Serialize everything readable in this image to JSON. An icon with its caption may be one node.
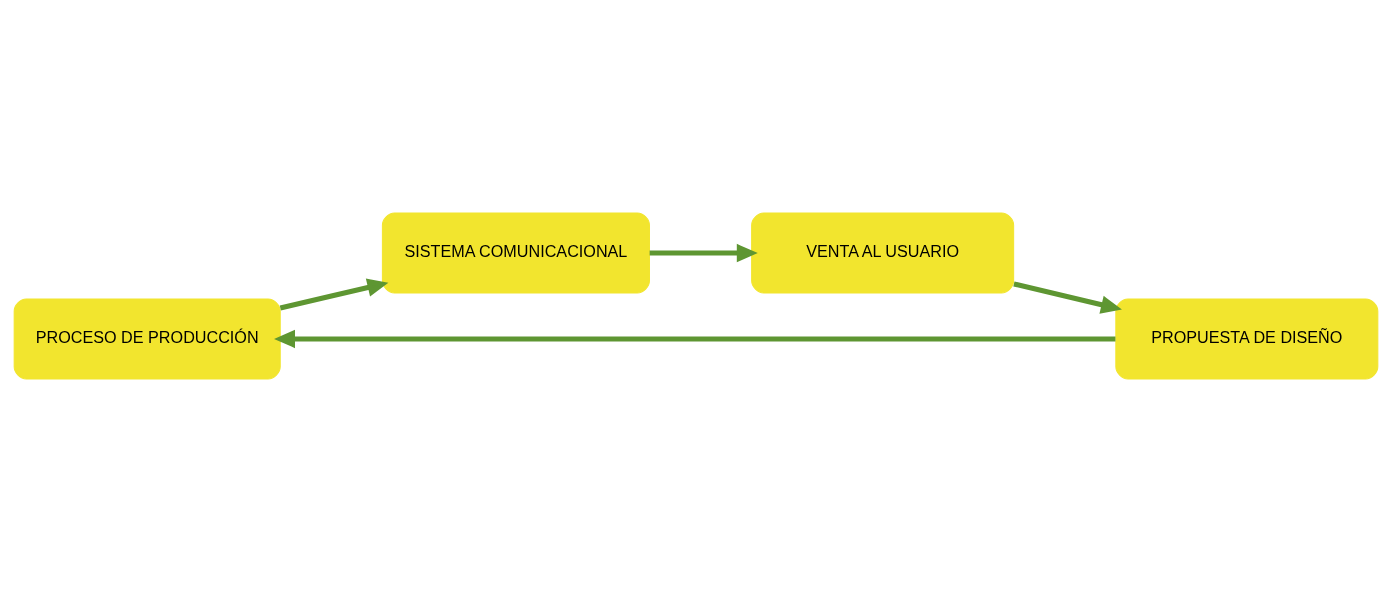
{
  "diagram": {
    "nodes": [
      {
        "text": [
          "PROCESO DE PRODUCCIÓN"
        ]
      },
      {
        "text": [
          "PROPUESTA DE DISEÑO"
        ]
      },
      {
        "text": [
          "SISTEMA COMUNICACIONAL"
        ]
      },
      {
        "text": [
          "VENTA AL USUARIO"
        ]
      }
    ],
    "edges": [
      {
        "from": 1,
        "to": 0,
        "arrow": "to"
      },
      {
        "from": 0,
        "to": 2,
        "arrow": "to"
      },
      {
        "from": 2,
        "to": 3,
        "arrow": "to"
      },
      {
        "from": 3,
        "to": 1,
        "arrow": "to"
      }
    ]
  }
}
